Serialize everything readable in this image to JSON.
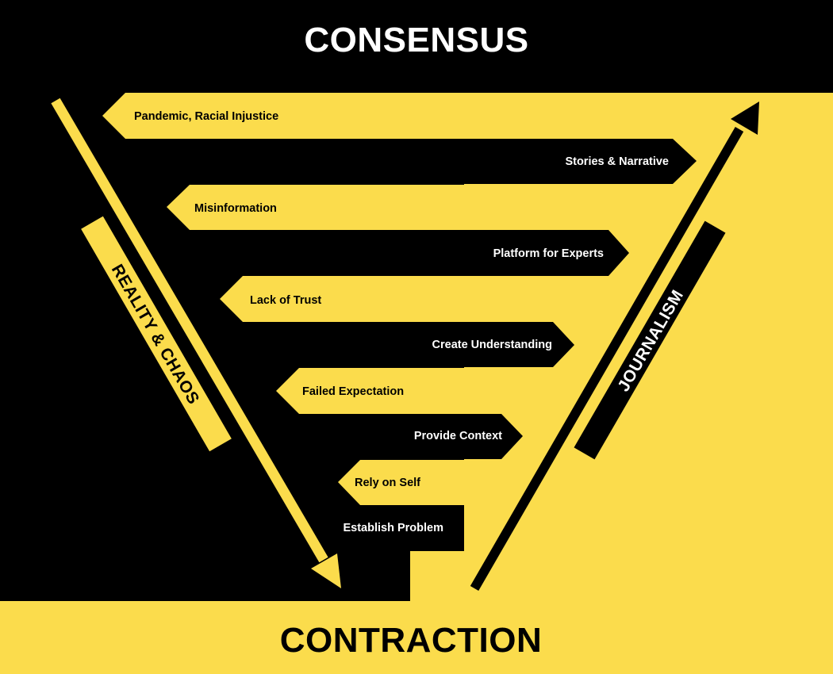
{
  "title_top": "CONSENSUS",
  "title_bottom": "CONTRACTION",
  "left_band_label": "REALITY & CHAOS",
  "right_band_label": "JOURNALISM",
  "left_items": [
    "Pandemic, Racial Injustice",
    "Misinformation",
    "Lack of Trust",
    "Failed Expectation",
    "Rely on Self"
  ],
  "right_items": [
    "Stories & Narrative",
    "Platform for Experts",
    "Create Understanding",
    "Provide Context",
    "Establish Problem"
  ],
  "colors": {
    "accent": "#FBDC4C",
    "background": "#000000"
  }
}
